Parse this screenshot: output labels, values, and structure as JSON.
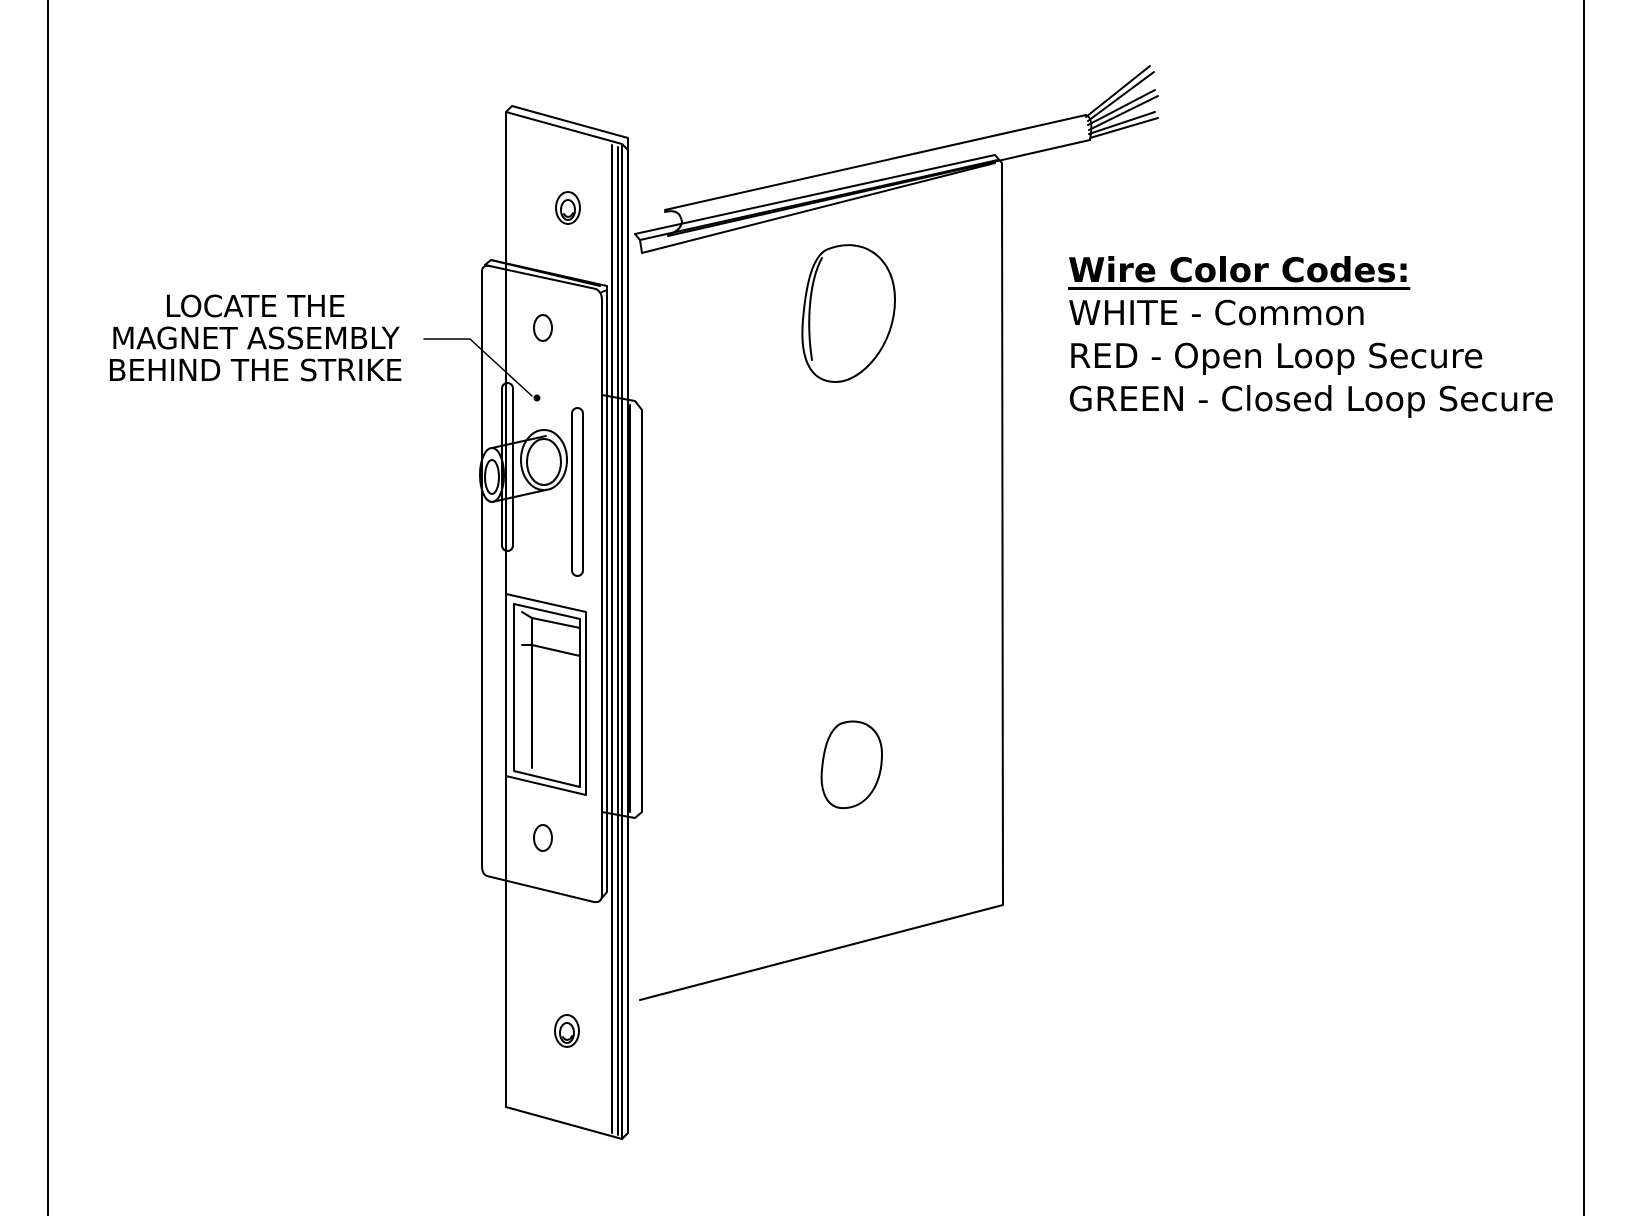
{
  "callout": {
    "lines": [
      "LOCATE THE",
      "MAGNET ASSEMBLY",
      "BEHIND THE STRIKE"
    ]
  },
  "legend": {
    "title": "Wire Color Codes:",
    "items": [
      "WHITE - Common",
      "RED - Open Loop Secure",
      "GREEN - Closed Loop Secure"
    ]
  },
  "colors": {
    "line": "#000000",
    "background": "#ffffff"
  }
}
